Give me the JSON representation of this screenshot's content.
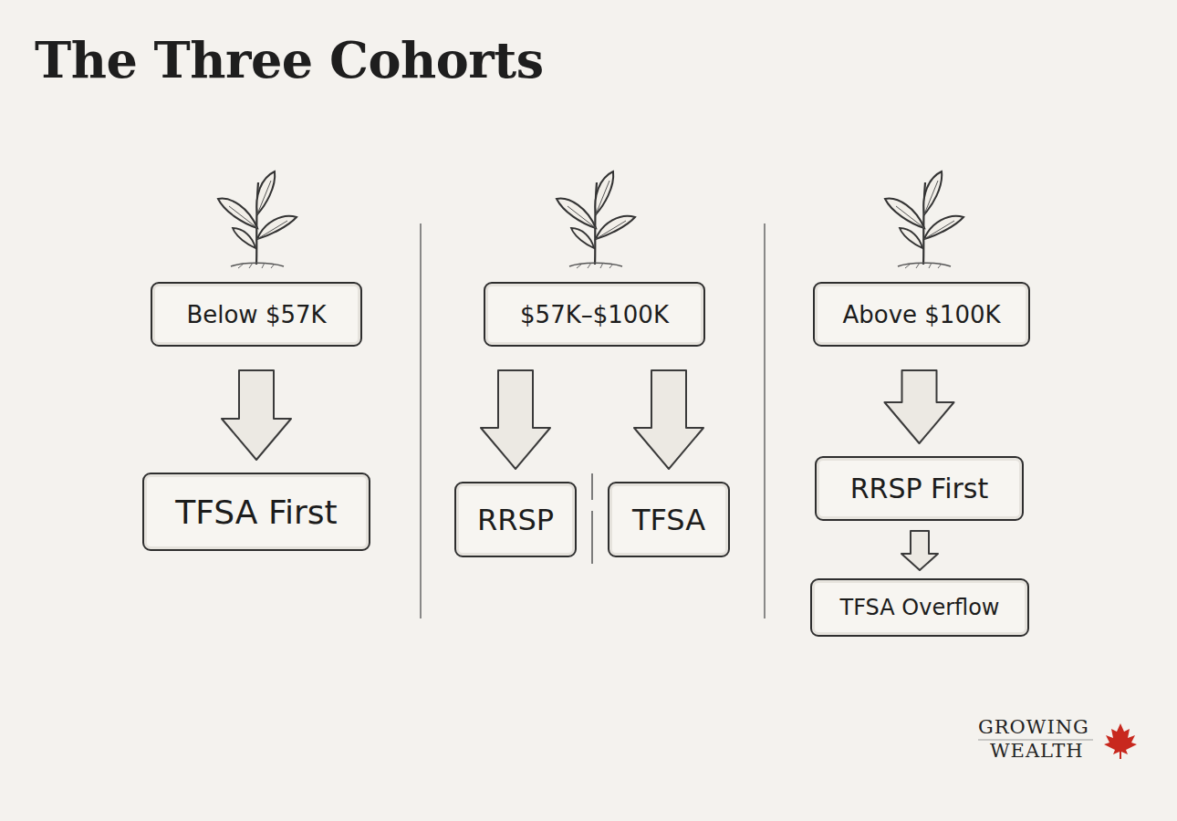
{
  "diagram": {
    "title": "The Three Cohorts",
    "nodes": [
      {
        "text": [
          "Below $57K"
        ]
      },
      {
        "text": [
          "TFSA First"
        ]
      },
      {
        "text": [
          "$57K–$100K"
        ]
      },
      {
        "text": [
          "RRSP"
        ]
      },
      {
        "text": [
          "TFSA"
        ]
      },
      {
        "text": [
          "Above $100K"
        ]
      },
      {
        "text": [
          "RRSP First"
        ]
      },
      {
        "text": [
          "TFSA Overflow"
        ]
      }
    ],
    "edges": [
      {
        "from": 0,
        "to": 1,
        "arrow": "to"
      },
      {
        "from": 2,
        "to": 3,
        "arrow": "to"
      },
      {
        "from": 2,
        "to": 4,
        "arrow": "to"
      },
      {
        "from": 5,
        "to": 6,
        "arrow": "to"
      },
      {
        "from": 6,
        "to": 7,
        "arrow": "to"
      }
    ],
    "labels": [
      "GROWING",
      "WEALTH"
    ]
  }
}
